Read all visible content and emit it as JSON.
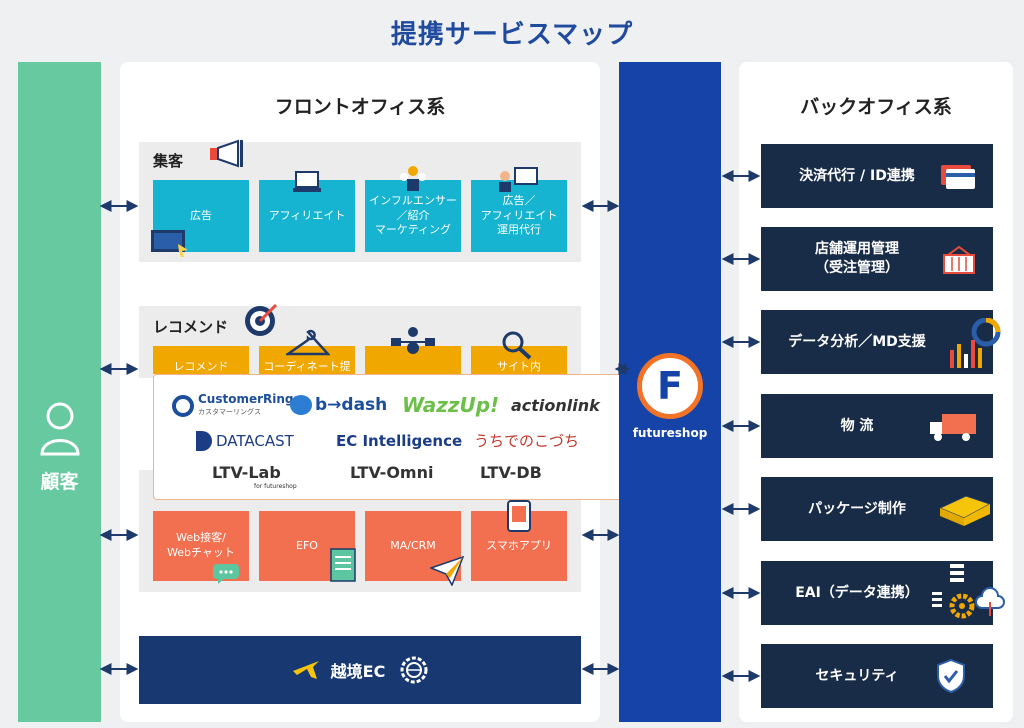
{
  "title": "提携サービスマップ",
  "customer": {
    "label": "顧客"
  },
  "front_office": {
    "title": "フロントオフィス系",
    "sections": [
      {
        "label": "集客",
        "boxes": [
          "広告",
          "アフィリエイト",
          "インフルエンサー\n／紹介\nマーケティング",
          "広告／\nアフィリエイト\n運用代行"
        ]
      },
      {
        "label": "レコメンド",
        "boxes": [
          "レコメンド",
          "コーディネート提案／",
          "",
          "サイト内"
        ]
      },
      {
        "label": "",
        "boxes": [
          "Web接客/\nWebチャット",
          "EFO",
          "MA/CRM",
          "スマホアプリ"
        ]
      }
    ],
    "partners": {
      "customer_rings": "CustomerRings",
      "customer_rings_sub": "カスタマーリングス",
      "bdash": "b→dash",
      "wazzup": "WazzUp!",
      "actionlink": "actionlink",
      "datacast": "DATACAST",
      "ec_intelligence": "EC Intelligence",
      "uchideno": "うちでのこづち",
      "ltv_lab": "LTV-Lab",
      "ltv_lab_sub": "for futureshop",
      "ltv_omni": "LTV-Omni",
      "ltv_db": "LTV-DB"
    },
    "ec": "越境EC"
  },
  "hub": {
    "letter": "F",
    "name": "futureshop",
    "logo_color": "#f07328",
    "bar_color": "#1543a7"
  },
  "back_office": {
    "title": "バックオフィス系",
    "items": [
      "決済代行 / ID連携",
      "店舗運用管理\n（受注管理）",
      "データ分析／MD支援",
      "物 流",
      "パッケージ制作",
      "EAI（データ連携）",
      "セキュリティ"
    ]
  }
}
